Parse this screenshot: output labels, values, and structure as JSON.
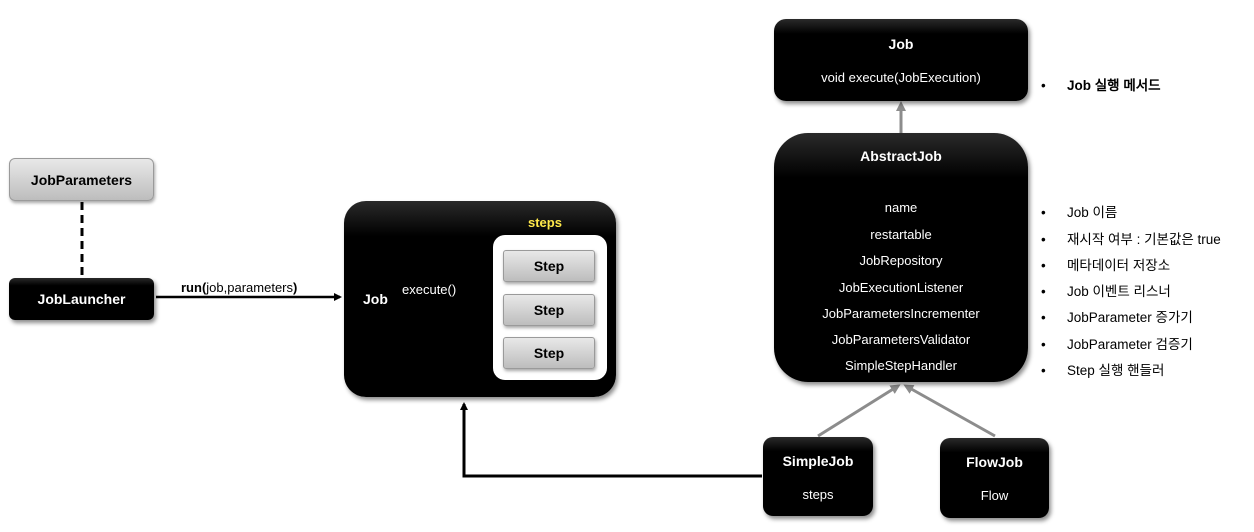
{
  "job": {
    "title": "Job",
    "method": "void execute(JobExecution)",
    "note": "Job 실행 메서드"
  },
  "abstract_job": {
    "title": "AbstractJob",
    "fields": [
      "name",
      "restartable",
      "JobRepository",
      "JobExecutionListener",
      "JobParametersIncrementer",
      "JobParametersValidator",
      "SimpleStepHandler"
    ],
    "notes": [
      "Job 이름",
      "재시작 여부 : 기본값은 true",
      "메타데이터 저장소",
      "Job 이벤트 리스너",
      "JobParameter  증가기",
      "JobParameter  검증기",
      "Step 실행 핸들러"
    ]
  },
  "job_parameters": {
    "label": "JobParameters"
  },
  "job_launcher": {
    "label": "JobLauncher"
  },
  "run_call": {
    "name": "run",
    "open": "(",
    "args": "job,parameters",
    "close": ")"
  },
  "job_box": {
    "label": "Job",
    "execute": "execute()",
    "steps_title": "steps",
    "steps": [
      "Step",
      "Step",
      "Step"
    ]
  },
  "simple_job": {
    "title": "SimpleJob",
    "sub": "steps"
  },
  "flow_job": {
    "title": "FlowJob",
    "sub": "Flow"
  },
  "colors": {
    "steps_title": "#ffe94a",
    "arrow_gray": "#8c8c8c"
  }
}
